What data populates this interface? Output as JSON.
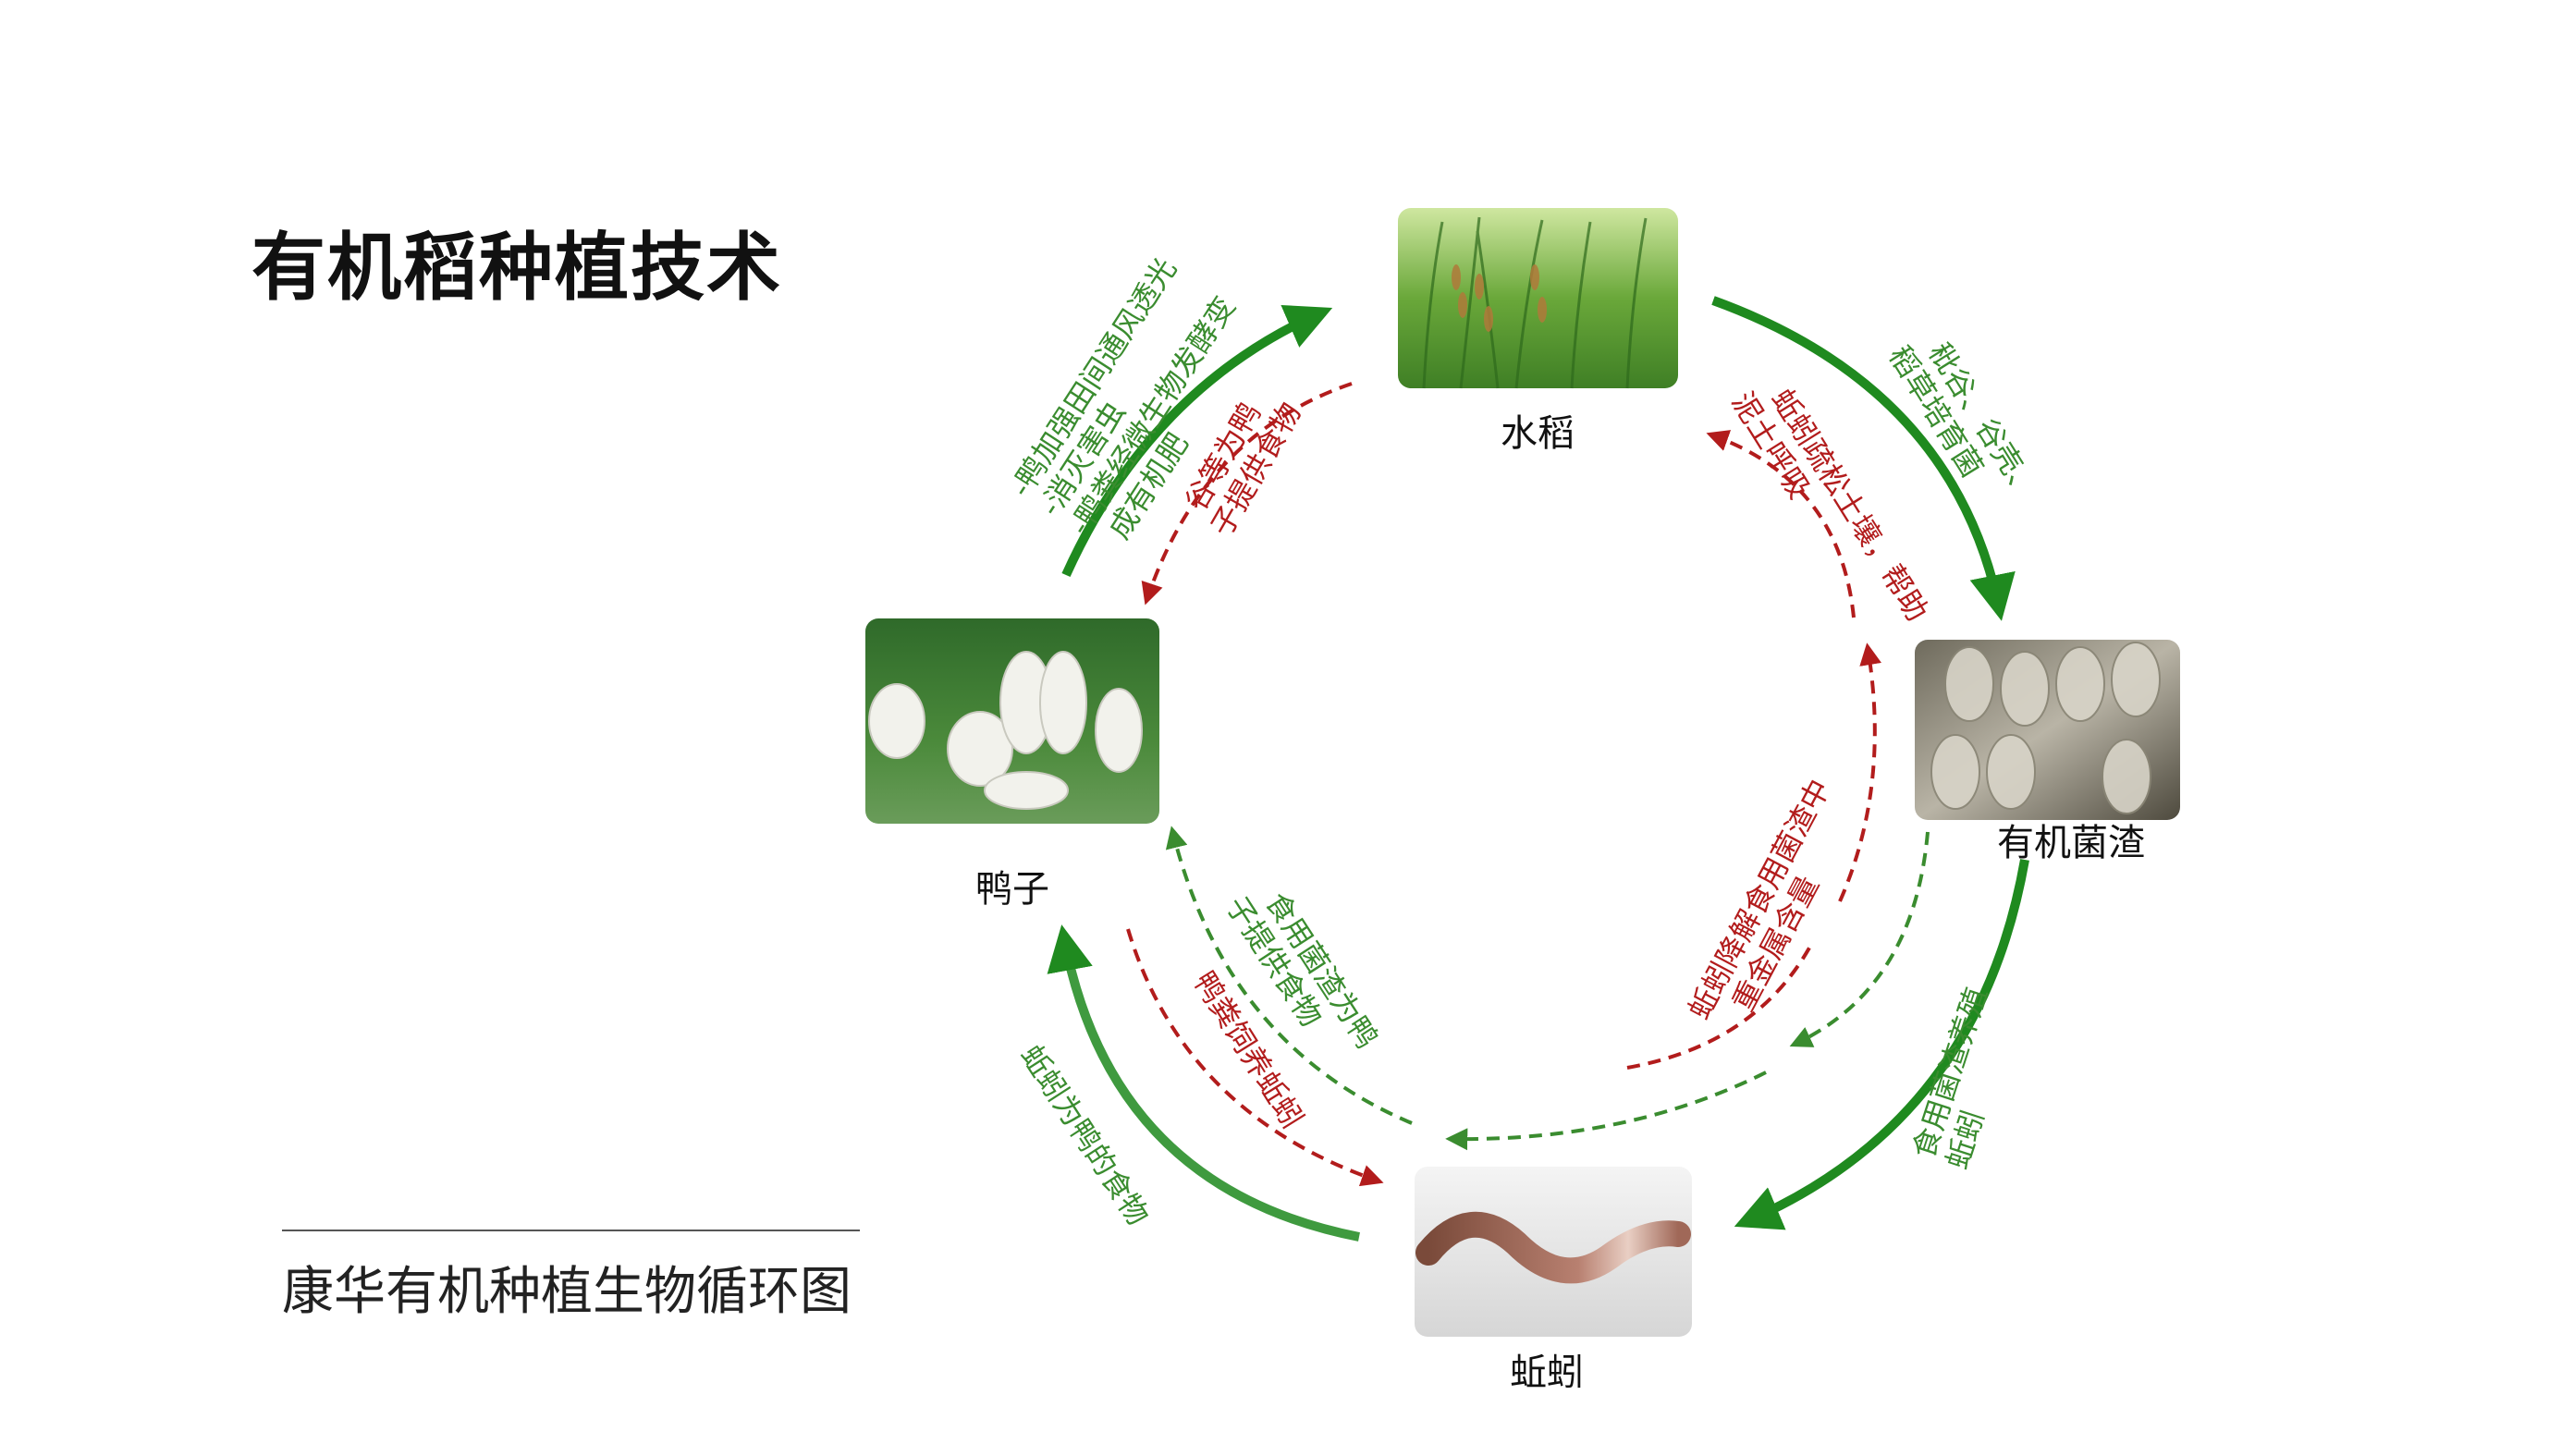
{
  "page": {
    "title": "有机稻种植技术",
    "subtitle": "康华有机种植生物循环图"
  },
  "nodes": {
    "rice": "水稻",
    "fungus": "有机菌渣",
    "worm": "蚯蚓",
    "duck": "鸭子"
  },
  "annotations": {
    "duck_to_rice_1": "-鸭加强田间通风透光",
    "duck_to_rice_2": "-消灭害虫",
    "duck_to_rice_3": "-鸭粪经微生物发酵变",
    "duck_to_rice_4": "成有机肥",
    "rice_to_duck_1": "谷等为鸭",
    "rice_to_duck_2": "子提供食物",
    "rice_to_fungus_1": "秕谷、谷壳、",
    "rice_to_fungus_2": "稻草培育菌",
    "worm_to_rice_1": "蚯蚓疏松土壤，帮助",
    "worm_to_rice_2": "泥土呼吸",
    "fungus_to_worm_1": "食用菌渣养殖",
    "fungus_to_worm_2": "蚯蚓",
    "worm_to_fungus_1": "蚯蚓降解食用菌渣中",
    "worm_to_fungus_2": "重金属含量",
    "fungus_to_duck_1": "食用菌渣为鸭",
    "fungus_to_duck_2": "子提供食物",
    "duck_to_worm": "鸭粪饲养蚯蚓",
    "worm_to_duck": "蚯蚓为鸭的食物"
  },
  "colors": {
    "green": "#1f8a1f",
    "green_text": "#3a8c2f",
    "red": "#b21c1c"
  }
}
